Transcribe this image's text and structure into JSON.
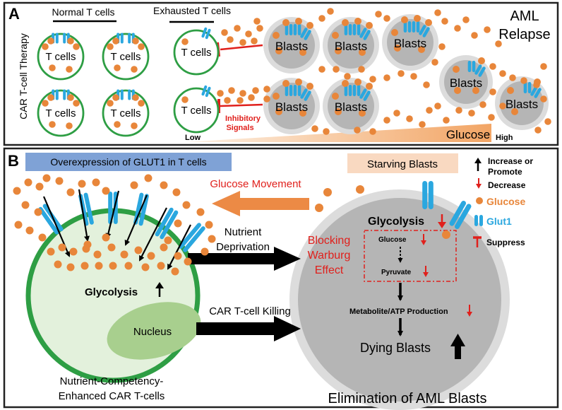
{
  "panel_a": {
    "letter": "A",
    "side_label": "CAR T-cell Therapy",
    "normal_header": "Normal T cells",
    "exhausted_header": "Exhausted T cells",
    "tcell_label": "T cells",
    "blast_label": "Blasts",
    "inhibitory_line1": "Inhibitory",
    "inhibitory_line2": "Signals",
    "relapse_line1": "AML",
    "relapse_line2": "Relapse",
    "gradient_low": "Low",
    "gradient_high": "High",
    "gradient_label": "Glucose"
  },
  "panel_b": {
    "letter": "B",
    "glut1_banner": "Overexpression of GLUT1 in T cells",
    "starving_banner": "Starving Blasts",
    "glucose_movement": "Glucose Movement",
    "tcell_glycolysis": "Glycolysis",
    "nucleus": "Nucleus",
    "tcell_caption_line1": "Nutrient-Competency-",
    "tcell_caption_line2": "Enhanced CAR T-cells",
    "nutrient_line1": "Nutrient",
    "nutrient_line2": "Deprivation",
    "car_killing": "CAR T-cell Killing",
    "blocking_line1": "Blocking",
    "blocking_line2": "Warburg",
    "blocking_line3": "Effect",
    "blast_glycolysis": "Glycolysis",
    "box_glucose": "Glucose",
    "box_pyruvate": "Pyruvate",
    "metabolite": "Metabolite/ATP Production",
    "dying_blasts": "Dying Blasts",
    "elimination": "Elimination of AML Blasts"
  },
  "legend": {
    "increase_line1": "Increase or",
    "increase_line2": "Promote",
    "decrease": "Decrease",
    "glucose": "Glucose",
    "glut1": "Glut1",
    "suppress": "Suppress"
  },
  "colors": {
    "glucose": "#e8863a",
    "glut1": "#2aa7df",
    "tcell_border": "#2e9e44",
    "tcell_fill": "#e3f1dc",
    "nucleus": "#a8cf8e",
    "blast_fill": "#b5b5b5",
    "blast_outer": "#dcdcdc",
    "inhibit": "#e0201c",
    "glut1_banner": "#7fa2d6",
    "starving_banner": "#f9d9c1"
  }
}
